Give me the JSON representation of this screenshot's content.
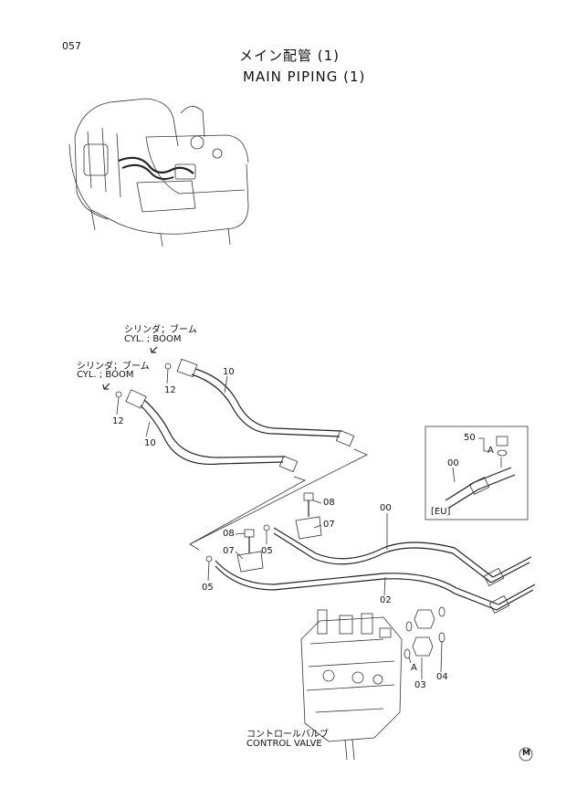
{
  "header": {
    "page_number": "057",
    "title_jp": "メイン配管 (1)",
    "title_en": "MAIN PIPING (1)"
  },
  "callouts": {
    "hose_upper": "10",
    "hose_lower": "10",
    "oring_upper": "12",
    "oring_lower": "12",
    "bolt_upper": "08",
    "bolt_lower": "08",
    "clamp_upper": "07",
    "clamp_lower": "07",
    "oring_mid": "05",
    "oring_left": "05",
    "pipe_00": "00",
    "pipe_02": "02",
    "adapter_03": "03",
    "oring_04": "04",
    "marker_a_lower": "A",
    "inset_part_50": "50",
    "inset_marker_a": "A",
    "inset_pipe_00": "00",
    "inset_region": "[EU]"
  },
  "labels": {
    "cyl_boom_upper_jp": "シリンダ；ブーム",
    "cyl_boom_upper_en": "CYL. ; BOOM",
    "cyl_boom_lower_jp": "シリンダ；ブーム",
    "cyl_boom_lower_en": "CYL. ; BOOM",
    "control_valve_jp": "コントロールバルブ",
    "control_valve_en": "CONTROL VALVE"
  },
  "footer": {
    "logo_letter": "M"
  }
}
